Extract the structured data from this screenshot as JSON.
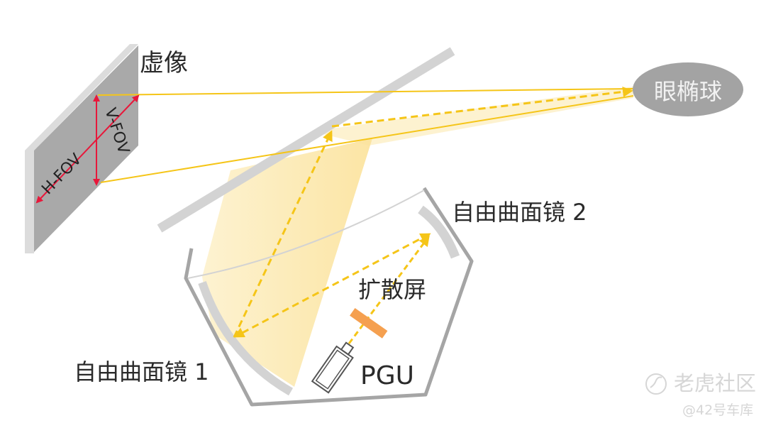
{
  "labels": {
    "virtual_image": "虚像",
    "eyebox": "眼椭球",
    "mirror2": "自由曲面镜 2",
    "mirror1": "自由曲面镜 1",
    "diffuser": "扩散屏",
    "pgu": "PGU",
    "h_fov": "H-FOV",
    "v_fov": "V-FOV"
  },
  "watermark": {
    "brand": "老虎社区",
    "author": "@42号车库"
  },
  "colors": {
    "beam": "#f5c518",
    "beam_fill": "#fbe7a6",
    "fov_arrow": "#e8173a",
    "gray": "#aaaaaa",
    "diffuser": "#f5a050"
  }
}
